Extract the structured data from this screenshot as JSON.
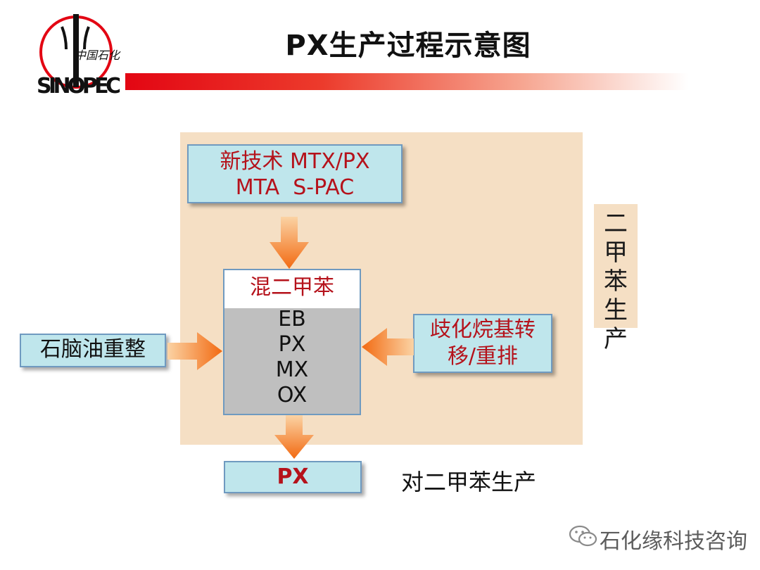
{
  "header": {
    "title": "PX生产过程示意图",
    "logo_text": "中国石化",
    "logo_brand": "SINOPEC"
  },
  "diagram": {
    "new_tech": {
      "line1": "新技术 MTX/PX",
      "line2": "MTA  S-PAC"
    },
    "mixed_xylene": {
      "title": "混二甲苯",
      "components": [
        "EB",
        "PX",
        "MX",
        "OX"
      ]
    },
    "naphtha_reforming": "石脑油重整",
    "isomerization": {
      "line1": "歧化烷基转",
      "line2": "移/重排"
    },
    "product": "PX",
    "product_caption": "对二甲苯生产",
    "region_label": [
      "二",
      "甲",
      "苯",
      "生",
      "产"
    ]
  },
  "watermark": {
    "text": "石化缘科技咨询",
    "icon": "wechat-icon"
  },
  "colors": {
    "accent_red": "#b5121b",
    "arrow_orange": "#f47c1e",
    "node_fill": "#bfe6ec",
    "region_fill": "#f5dfc4"
  }
}
